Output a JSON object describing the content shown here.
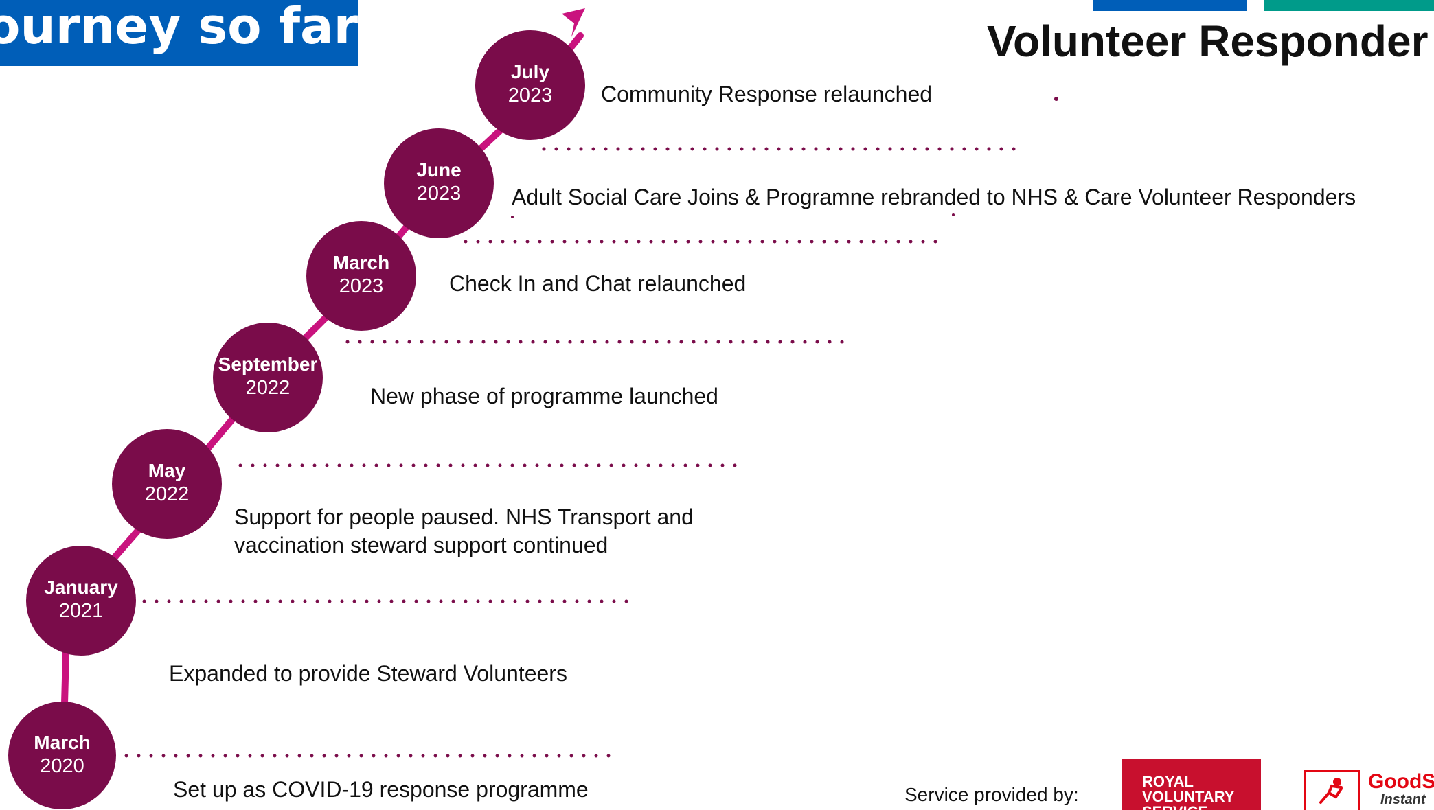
{
  "header": {
    "title": "ourney so far"
  },
  "logo": {
    "title": "Volunteer Responder"
  },
  "colors": {
    "bubble": "#7a0c4a",
    "line": "#c9137e",
    "dots": "#7a0c4a",
    "header_bg": "#005eb8",
    "care_teal": "#009b8a"
  },
  "timeline": [
    {
      "month": "March",
      "year": "2020",
      "events": [
        "Set up as COVID-19 response programme"
      ]
    },
    {
      "month": "January",
      "year": "2021",
      "events": [
        "Expanded to provide Steward Volunteers"
      ]
    },
    {
      "month": "May",
      "year": "2022",
      "events": [
        "Support for people paused. NHS Transport and",
        "vaccination steward support continued"
      ]
    },
    {
      "month": "September",
      "year": "2022",
      "events": [
        "New phase of programme launched"
      ]
    },
    {
      "month": "March",
      "year": "2023",
      "events": [
        "Check In and Chat relaunched"
      ]
    },
    {
      "month": "June",
      "year": "2023",
      "events": [
        "Adult Social Care Joins & Programne rebranded to NHS & Care Volunteer Responders"
      ]
    },
    {
      "month": "July",
      "year": "2023",
      "events": [
        "Community Response relaunched"
      ]
    }
  ],
  "footer": {
    "label": "Service provided by:",
    "rvs_lines": [
      "ROYAL",
      "VOLUNTARY",
      "SERVICE"
    ],
    "goodsam_name": "GoodS",
    "goodsam_tag": "Instant"
  }
}
